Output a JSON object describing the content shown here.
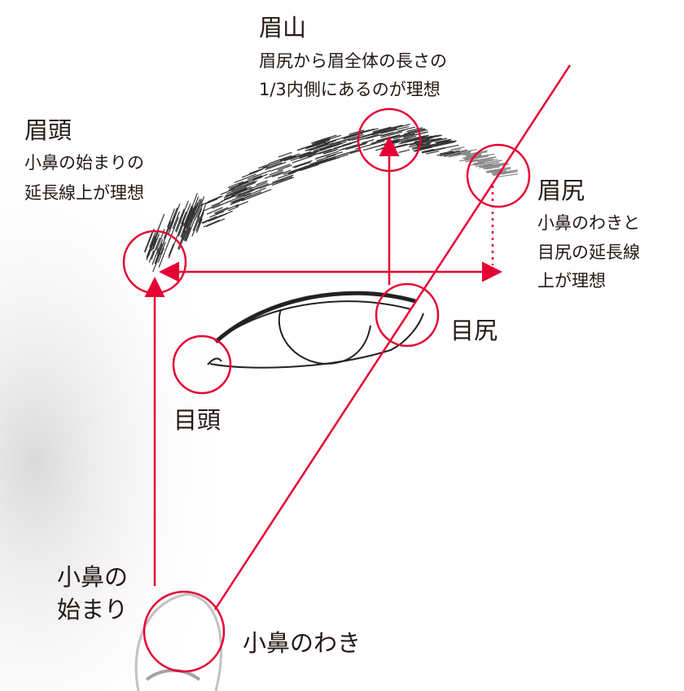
{
  "colors": {
    "accent": "#e60033",
    "sketch": "#2a2a2a"
  },
  "labels": {
    "mayuyama": {
      "title": "眉山",
      "desc": [
        "眉尻から眉全体の長さの",
        "1/3内側にあるのが理想"
      ]
    },
    "mayugashira": {
      "title": "眉頭",
      "desc": [
        "小鼻の始まりの",
        "延長線上が理想"
      ]
    },
    "mayujiri": {
      "title": "眉尻",
      "desc": [
        "小鼻のわきと",
        "目尻の延長線",
        "上が理想"
      ]
    },
    "mejiri": {
      "title": "目尻"
    },
    "megashira": {
      "title": "目頭"
    },
    "kobana_start": {
      "lines": [
        "小鼻の",
        "始まり"
      ]
    },
    "kobana_side": {
      "title": "小鼻のわき"
    }
  }
}
